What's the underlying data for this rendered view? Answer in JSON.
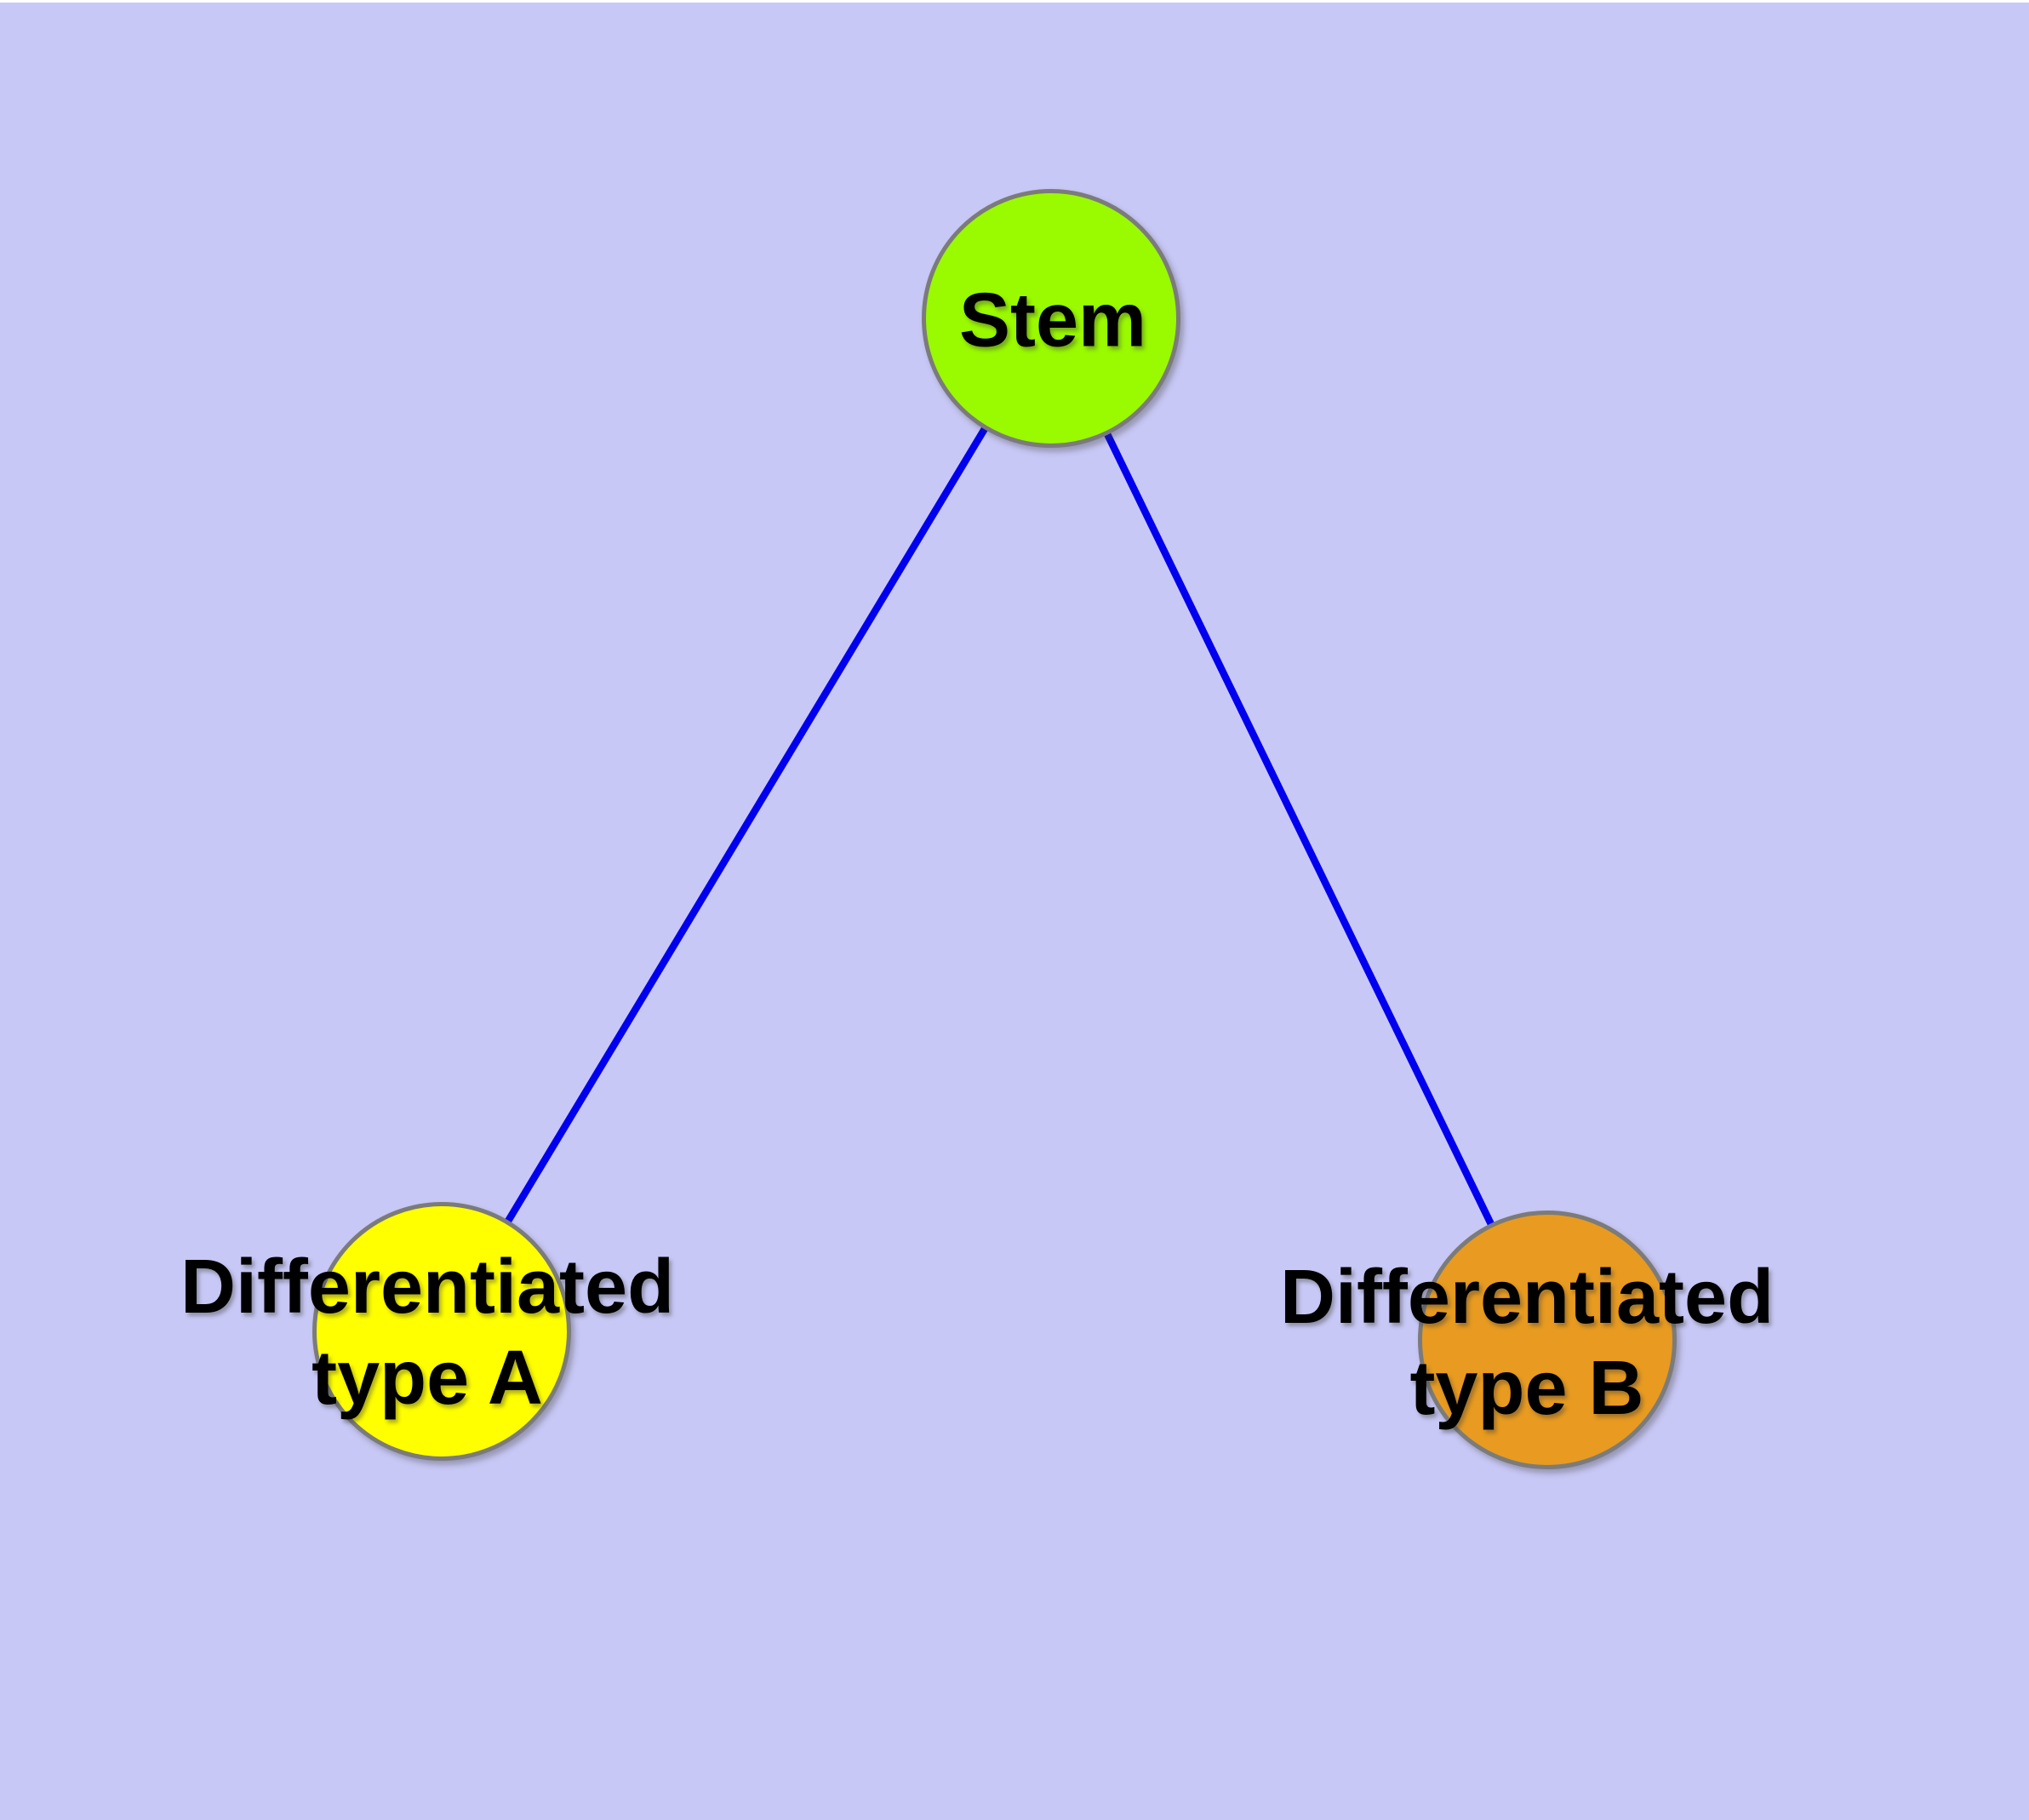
{
  "canvas": {
    "background_color": "#C8C8F6",
    "top_strip_color": "#FFFFFF"
  },
  "graph": {
    "type": "node-link-diagram",
    "edge_color": "#0000EE",
    "node_border_color": "#7B7B7B",
    "label_color": "#000000",
    "nodes": {
      "stem": {
        "label": "Stem",
        "fill": "#9AFA00"
      },
      "type_a": {
        "label": "Differentiated type A",
        "label_line1": "Differentiated",
        "label_line2": "type A",
        "fill": "#FFFF00"
      },
      "type_b": {
        "label": "Differentiated type B",
        "label_line1": "Differentiated",
        "label_line2": "type B",
        "fill": "#E89B20"
      }
    },
    "edges": [
      {
        "from": "Stem",
        "to": "Differentiated type A"
      },
      {
        "from": "Stem",
        "to": "Differentiated type B"
      }
    ]
  }
}
